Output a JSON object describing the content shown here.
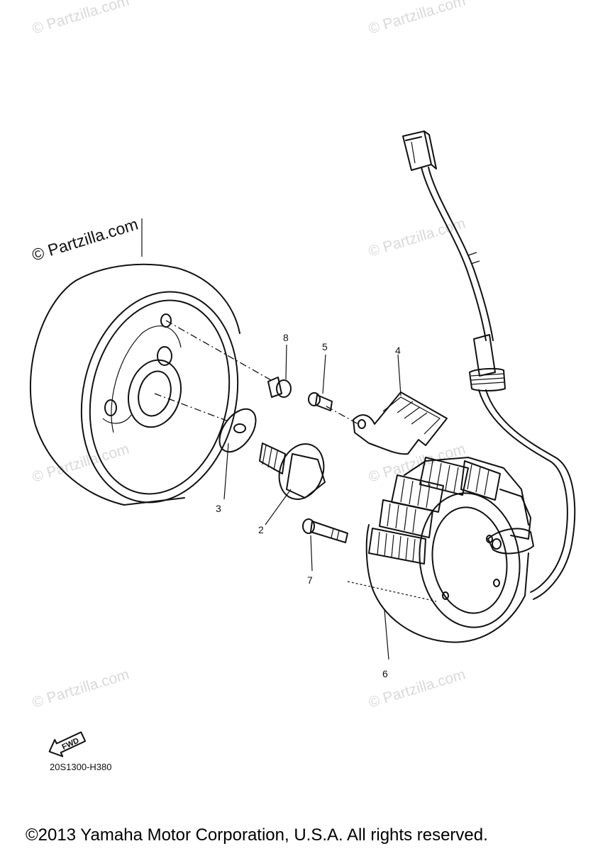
{
  "watermark": "© Partzilla.com",
  "callouts": {
    "c2": "2",
    "c3": "3",
    "c4": "4",
    "c5": "5",
    "c6": "6",
    "c7": "7",
    "c8": "8"
  },
  "fwd_label": "FWD",
  "diagram_code": "20S1300-H380",
  "copyright": "©2013 Yamaha Motor Corporation, U.S.A. All rights reserved."
}
